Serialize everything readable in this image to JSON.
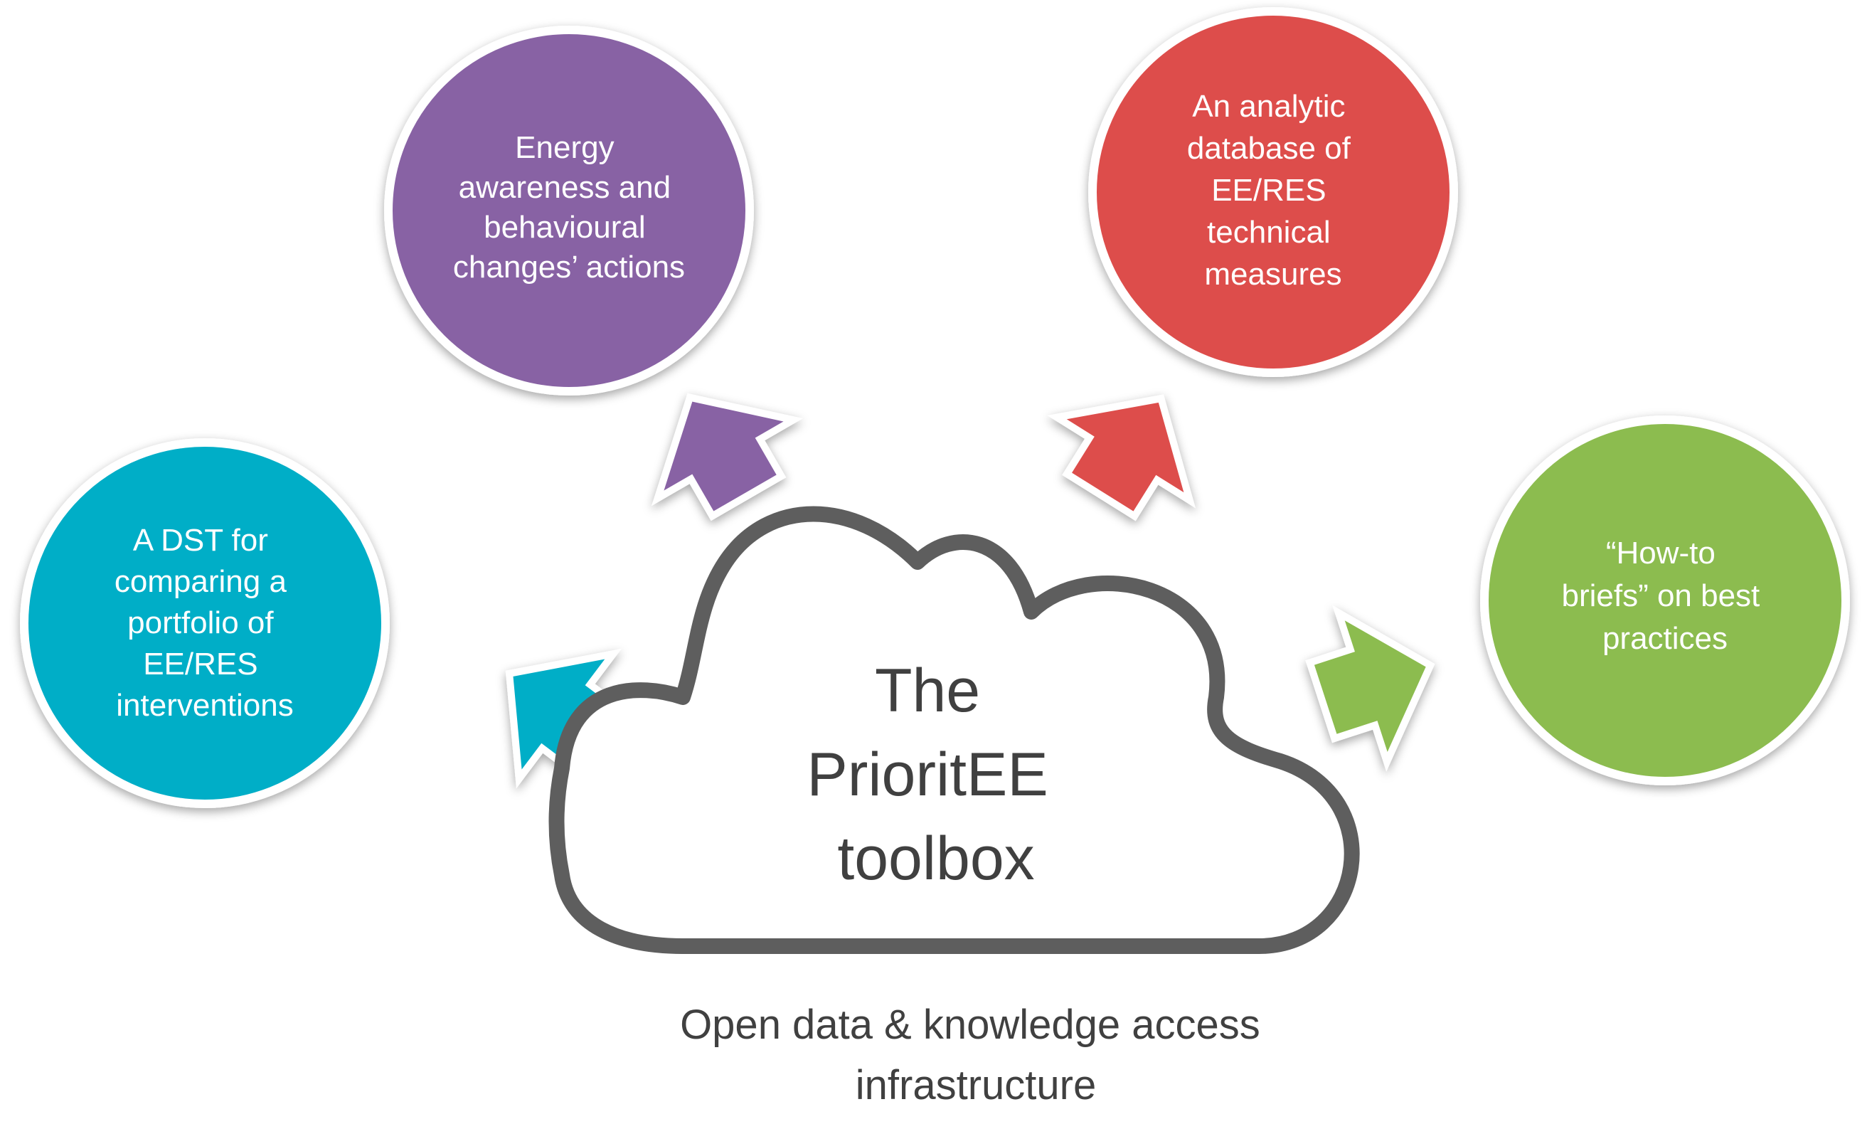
{
  "center": {
    "title_lines": [
      "The",
      "PrioritEE",
      "toolbox"
    ]
  },
  "caption": {
    "lines": [
      "Open data & knowledge access",
      "infrastructure"
    ]
  },
  "nodes": [
    {
      "id": "dst",
      "color": "#00aec7",
      "lines": [
        "A DST for",
        "comparing a",
        "portfolio of",
        "EE/RES",
        "interventions"
      ]
    },
    {
      "id": "energy-awareness",
      "color": "#8862a4",
      "lines": [
        "Energy",
        "awareness and",
        "behavioural",
        "changes’ actions"
      ]
    },
    {
      "id": "analytic-database",
      "color": "#dd4d4b",
      "lines": [
        "An analytic",
        "database of",
        "EE/RES",
        "technical",
        "measures"
      ]
    },
    {
      "id": "how-to-briefs",
      "color": "#8cbc4f",
      "lines": [
        "“How-to",
        "briefs”  on best",
        "practices"
      ]
    }
  ],
  "colors": {
    "cloud_outline": "#5e5e5e",
    "text_dark": "#404040",
    "text_light": "#ffffff"
  }
}
